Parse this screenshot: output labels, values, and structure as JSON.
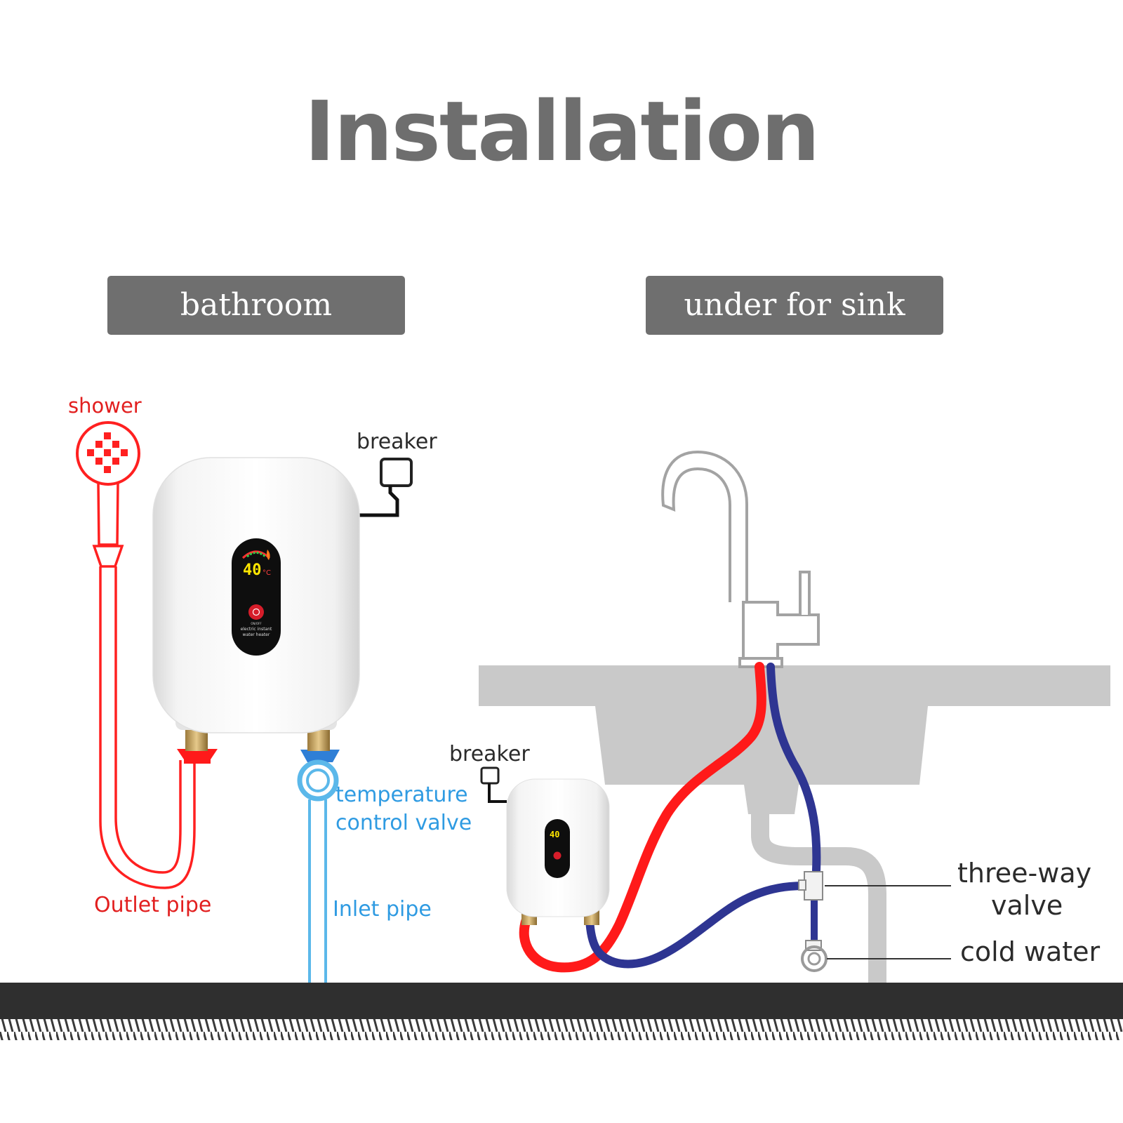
{
  "title": "Installation",
  "sections": [
    {
      "label": "bathroom"
    },
    {
      "label": "under for sink"
    }
  ],
  "bathroom": {
    "labels": {
      "shower": "shower",
      "breaker": "breaker",
      "temperature_control_valve_line1": "temperature",
      "temperature_control_valve_line2": "control valve",
      "outlet_pipe": "Outlet pipe",
      "inlet_pipe": "Inlet pipe"
    },
    "heater_display": "40",
    "heater_unit": "°C",
    "heater_caption_line1": "electric instant",
    "heater_caption_line2": "water heater",
    "power_button": "ON/OFF"
  },
  "sink": {
    "labels": {
      "breaker": "breaker",
      "three_way_valve_line1": "three-way",
      "three_way_valve_line2": "valve",
      "cold_water": "cold water"
    },
    "heater_display": "40"
  },
  "colors": {
    "title": "#6e6e6e",
    "tab_background": "#6f6f6f",
    "hot_pipe": "#ff1a1a",
    "cold_pipe": "#2e3592",
    "inlet_pipe": "#5bb8ea",
    "outlet_pipe_label": "#e21f1f",
    "inlet_label": "#2f9be2",
    "sink_gray": "#c9c9c9",
    "floor_bar": "#2f2f2f"
  }
}
